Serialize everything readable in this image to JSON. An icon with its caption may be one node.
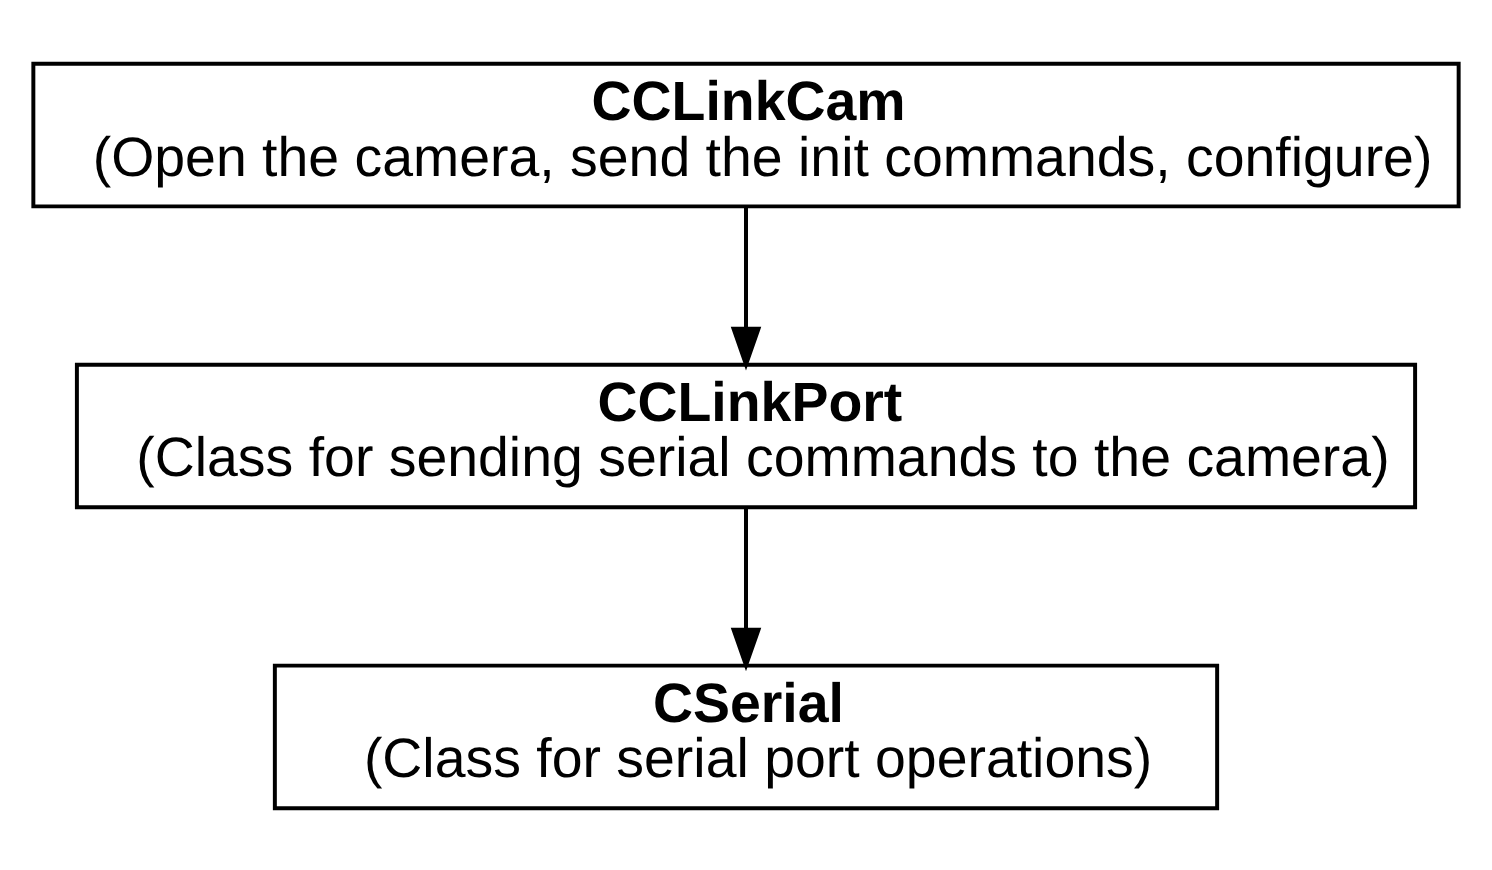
{
  "diagram": {
    "nodes": [
      {
        "text": [
          "CCLinkCam",
          "(Open the camera, send the init commands, configure)"
        ]
      },
      {
        "text": [
          "CCLinkPort",
          "(Class for sending serial commands to the camera)"
        ]
      },
      {
        "text": [
          "CSerial",
          "(Class for serial port operations)"
        ]
      }
    ],
    "edges": [
      {
        "from": 0,
        "to": 1,
        "arrow": "to"
      },
      {
        "from": 1,
        "to": 2,
        "arrow": "to"
      }
    ]
  }
}
